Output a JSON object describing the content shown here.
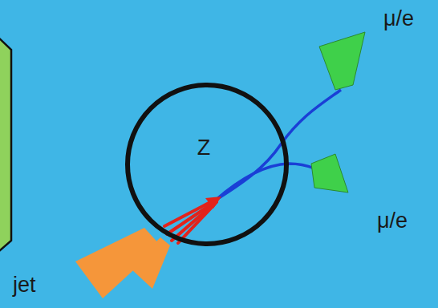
{
  "diagram": {
    "nodes": [
      {
        "text": [
          "Z"
        ]
      }
    ],
    "labels": [
      "μ/e",
      "μ/e",
      "jet"
    ]
  }
}
